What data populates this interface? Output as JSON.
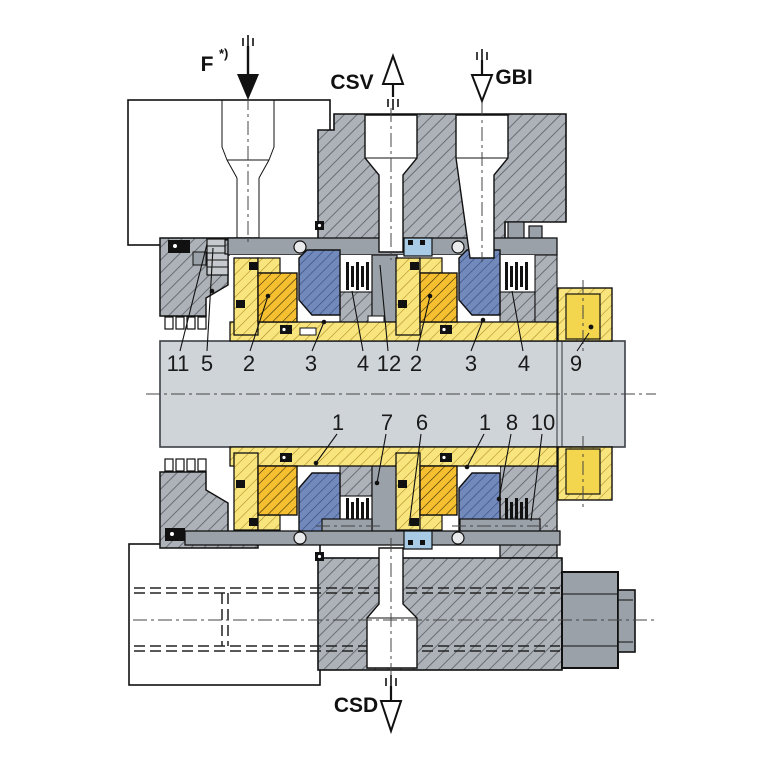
{
  "figure_type": "mechanical-seal-cross-section",
  "connections": {
    "f": {
      "label": "F",
      "sup": "*)",
      "arrow": "down-filled"
    },
    "csv": {
      "label": "CSV",
      "arrow": "up-outline"
    },
    "gbi": {
      "label": "GBI",
      "arrow": "down-outline"
    },
    "csd": {
      "label": "CSD",
      "arrow": "down-outline"
    }
  },
  "part_numbers": {
    "top": [
      "11",
      "5",
      "2",
      "3",
      "4",
      "12",
      "2",
      "3",
      "4",
      "9"
    ],
    "bottom": [
      "1",
      "7",
      "6",
      "1",
      "8",
      "10"
    ]
  },
  "colors": {
    "housing_gray": "#adb2b8",
    "housing_hatch_line": "#5d6268",
    "plain_gray": "#9aa1a8",
    "shaft_gray": "#cfd4d9",
    "sleeve_yellow": "#f9e57e",
    "yellow_hatch_line": "#a8861c",
    "face_orange": "#f5bf30",
    "seat_blue": "#7289bc",
    "blue_hatch_line": "#31497f",
    "light_blue": "#a9cce6",
    "collar_inner_yellow": "#f3d64e",
    "line_black": "#111111",
    "background": "#ffffff"
  }
}
